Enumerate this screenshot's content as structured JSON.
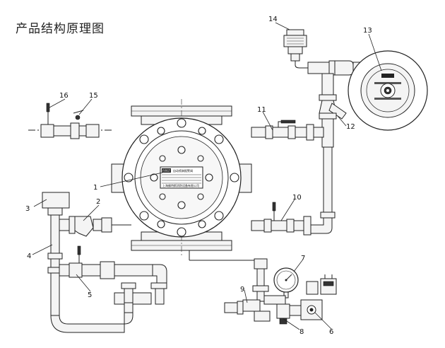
{
  "title": "产品结构原理图",
  "nameplate": {
    "brand": "FIRST",
    "product": "自动喷淋报警阀",
    "maker": "上海佛特斯消防设备有限公司"
  },
  "callouts": [
    {
      "id": "1",
      "label": "1"
    },
    {
      "id": "2",
      "label": "2"
    },
    {
      "id": "3",
      "label": "3"
    },
    {
      "id": "4",
      "label": "4"
    },
    {
      "id": "5",
      "label": "5"
    },
    {
      "id": "6",
      "label": "6"
    },
    {
      "id": "7",
      "label": "7"
    },
    {
      "id": "8",
      "label": "8"
    },
    {
      "id": "9",
      "label": "9"
    },
    {
      "id": "10",
      "label": "10"
    },
    {
      "id": "11",
      "label": "11"
    },
    {
      "id": "12",
      "label": "12"
    },
    {
      "id": "13",
      "label": "13"
    },
    {
      "id": "14",
      "label": "14"
    },
    {
      "id": "15",
      "label": "15"
    },
    {
      "id": "16",
      "label": "16"
    }
  ]
}
